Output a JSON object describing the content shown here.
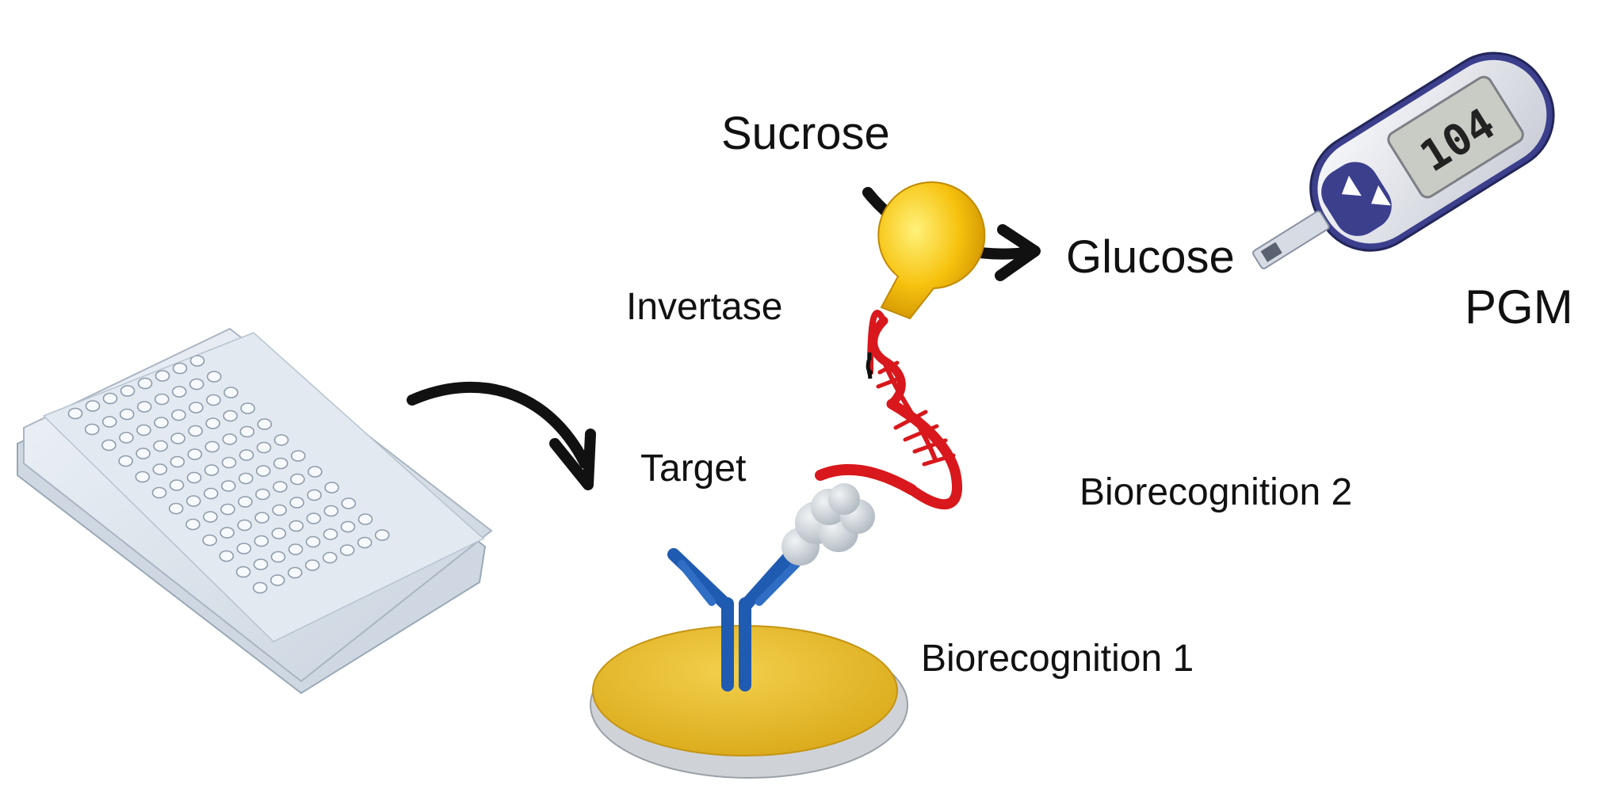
{
  "labels": {
    "sucrose": "Sucrose",
    "glucose": "Glucose",
    "pgm": "PGM",
    "invertase": "Invertase",
    "target": "Target",
    "biorecognition_2": "Biorecognition 2",
    "biorecognition_1": "Biorecognition 1"
  },
  "meter": {
    "reading": "104"
  },
  "colors": {
    "antibody": "#1f5bb0",
    "aptamer": "#d8181c",
    "invertase": "#f2b705",
    "surface": "#e9bf2e",
    "target": "#c9ced3",
    "arrow": "#111111",
    "meter_body": "#3b3f8c"
  }
}
